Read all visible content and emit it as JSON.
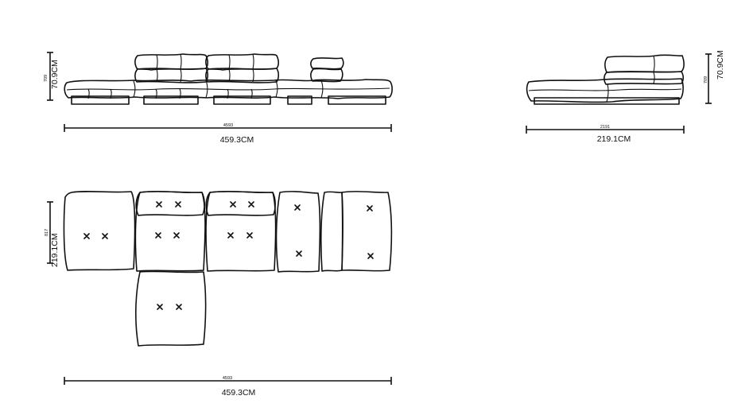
{
  "front_view": {
    "width_mm": "4593",
    "width_cm": "459.3CM",
    "height_mm": "709",
    "height_cm": "70.9CM"
  },
  "side_view": {
    "width_mm": "2191",
    "width_cm": "219.1CM",
    "height_mm": "709",
    "height_cm": "70.9CM"
  },
  "top_view": {
    "width_mm": "4593",
    "width_cm": "459.3CM",
    "depth_mm": "817",
    "depth_cm": "219.1CM"
  }
}
